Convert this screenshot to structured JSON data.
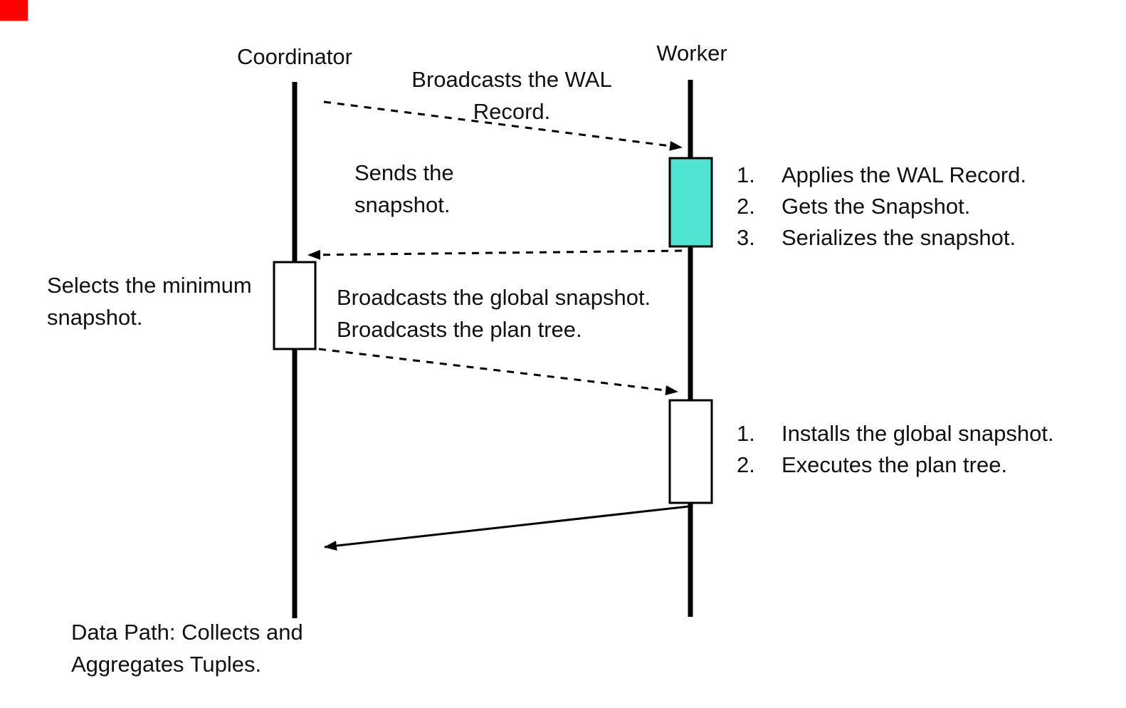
{
  "lifelines": {
    "coordinator": {
      "label": "Coordinator"
    },
    "worker": {
      "label": "Worker"
    }
  },
  "labels": {
    "broadcast_wal": {
      "lines": [
        "Broadcasts the WAL",
        "Record."
      ]
    },
    "sends_snapshot": {
      "lines": [
        "Sends the",
        "snapshot."
      ]
    },
    "selects_minimum": {
      "lines": [
        "Selects the minimum",
        "snapshot."
      ]
    },
    "broadcast_global": {
      "lines": [
        "Broadcasts the global snapshot.",
        "Broadcasts the plan tree."
      ]
    },
    "data_path": {
      "lines": [
        "Data Path: Collects and",
        "Aggregates Tuples."
      ]
    }
  },
  "worker_steps_wal": {
    "items": [
      {
        "num": "1.",
        "text": "Applies the WAL Record."
      },
      {
        "num": "2.",
        "text": "Gets the Snapshot."
      },
      {
        "num": "3.",
        "text": "Serializes the snapshot."
      }
    ]
  },
  "worker_steps_exec": {
    "items": [
      {
        "num": "1.",
        "text": "Installs the global snapshot."
      },
      {
        "num": "2.",
        "text": "Executes the plan tree."
      }
    ]
  },
  "colors": {
    "activation_active": "#4fe3d1",
    "activation_idle": "#ffffff",
    "marker_red": "#fe0000",
    "line": "#000000"
  }
}
